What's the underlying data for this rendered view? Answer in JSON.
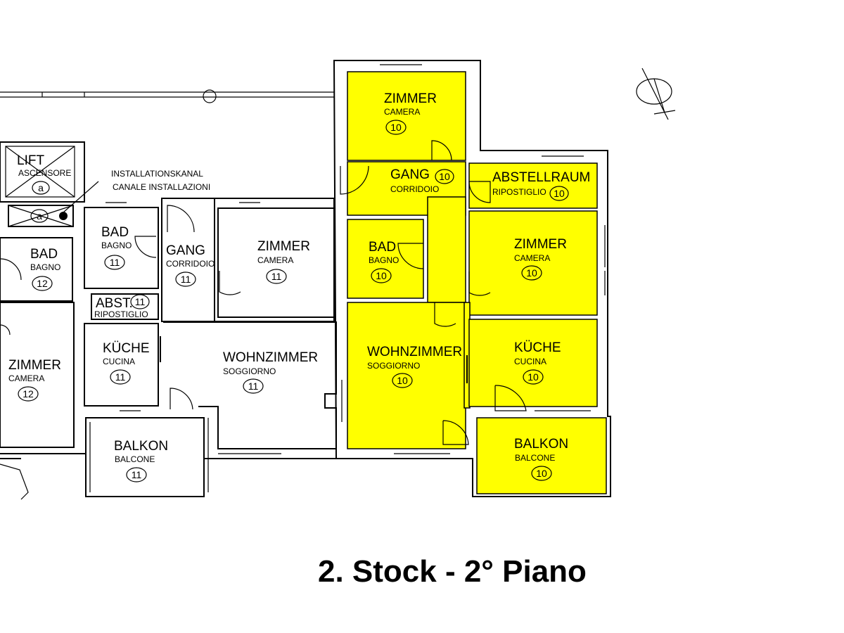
{
  "title": "2. Stock - 2° Piano",
  "colors": {
    "highlight": "#ffff00",
    "line": "#000000"
  },
  "labels": {
    "lift": "LIFT",
    "ascensore": "ASCENSORE",
    "lift_marker": "a",
    "duct_marker": "a",
    "installationskanal": "INSTALLATIONSKANAL",
    "canale_installazioni": "CANALE INSTALLAZIONI"
  },
  "rooms_left": {
    "bad12": {
      "name": "BAD",
      "sub": "BAGNO",
      "unit": "12"
    },
    "zimmer12": {
      "name": "ZIMMER",
      "sub": "CAMERA",
      "unit": "12"
    },
    "bad11": {
      "name": "BAD",
      "sub": "BAGNO",
      "unit": "11"
    },
    "gang11": {
      "name": "GANG",
      "sub": "CORRIDOIO",
      "unit": "11"
    },
    "zimmer11": {
      "name": "ZIMMER",
      "sub": "CAMERA",
      "unit": "11"
    },
    "abst11": {
      "name": "ABST.",
      "sub": "RIPOSTIGLIO",
      "unit": "11"
    },
    "kueche11": {
      "name": "KÜCHE",
      "sub": "CUCINA",
      "unit": "11"
    },
    "wohn11": {
      "name": "WOHNZIMMER",
      "sub": "SOGGIORNO",
      "unit": "11"
    },
    "balkon11": {
      "name": "BALKON",
      "sub": "BALCONE",
      "unit": "11"
    }
  },
  "rooms_unit10": {
    "zimmer_a": {
      "name": "ZIMMER",
      "sub": "CAMERA",
      "unit": "10"
    },
    "gang": {
      "name": "GANG",
      "sub": "CORRIDOIO",
      "unit": "10"
    },
    "abstell": {
      "name": "ABSTELLRAUM",
      "sub": "RIPOSTIGLIO",
      "unit": "10"
    },
    "bad": {
      "name": "BAD",
      "sub": "BAGNO",
      "unit": "10"
    },
    "zimmer_b": {
      "name": "ZIMMER",
      "sub": "CAMERA",
      "unit": "10"
    },
    "wohn": {
      "name": "WOHNZIMMER",
      "sub": "SOGGIORNO",
      "unit": "10"
    },
    "kueche": {
      "name": "KÜCHE",
      "sub": "CUCINA",
      "unit": "10"
    },
    "balkon": {
      "name": "BALKON",
      "sub": "BALCONE",
      "unit": "10"
    }
  }
}
